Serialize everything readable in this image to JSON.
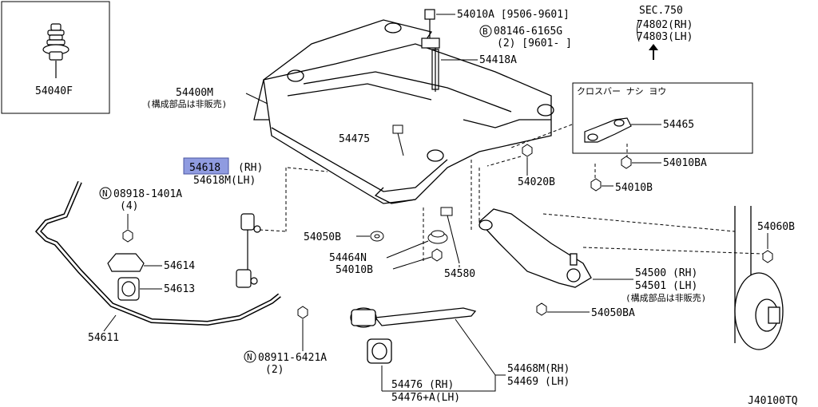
{
  "diagram_code": "J40100TQ",
  "highlight_color": "#8f9be0",
  "labels": {
    "p54040F": "54040F",
    "p54400M": "54400M",
    "p54400M_note": "(構成部品は非販売)",
    "p54010A": "54010A [9506-9601]",
    "p08146": "08146-6165G",
    "p08146_qty": "(2)  [9601-    ]",
    "p54418A": "54418A",
    "sec750": "SEC.750",
    "sec750_rh": "74802(RH)",
    "sec750_lh": "74803(LH)",
    "crossbar_title": "クロスバー  ナシ  ヨウ",
    "p54465": "54465",
    "p54010BA": "54010BA",
    "p54010B_box": "54010B",
    "p54475": "54475",
    "p54020B": "54020B",
    "p54618_hl": "54618",
    "p54618_rh": "(RH)",
    "p54618M": "54618M(LH)",
    "p08918": "08918-1401A",
    "p08918_qty": "(4)",
    "p54614": "54614",
    "p54613": "54613",
    "p54611": "54611",
    "p54050B": "54050B",
    "p54464N": "54464N",
    "p54010B": "54010B",
    "p54580": "54580",
    "p54500": "54500 (RH)",
    "p54501": "54501 (LH)",
    "p54500_note": "(構成部品は非販売)",
    "p54050BA": "54050BA",
    "p54060B": "54060B",
    "p08911": "08911-6421A",
    "p08911_qty": "(2)",
    "p54468M": "54468M(RH)",
    "p54469": "54469 (LH)",
    "p54476": "54476  (RH)",
    "p54476A": "54476+A(LH)",
    "circle_b": "B",
    "circle_n": "N"
  }
}
